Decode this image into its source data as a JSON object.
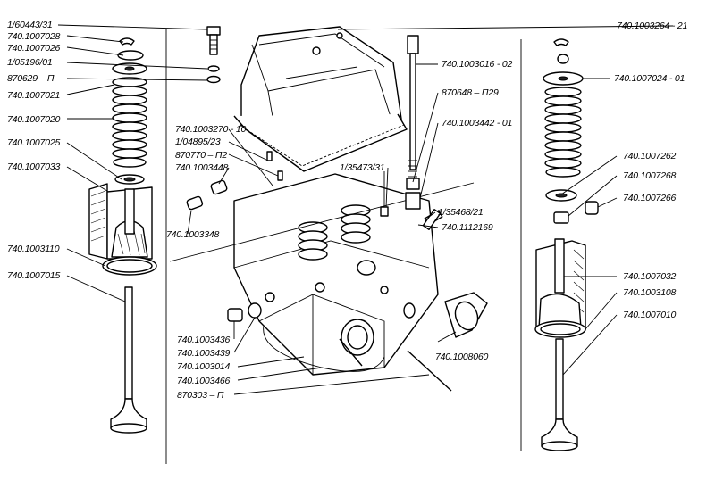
{
  "labels": {
    "l_160443_31": "1/60443/31",
    "l_1007028": "740.1007028",
    "l_1007026": "740.1007026",
    "l_105196_01": "1/05196/01",
    "l_870629": "870629 – П",
    "l_1007021": "740.1007021",
    "l_1007020": "740.1007020",
    "l_1007025": "740.1007025",
    "l_1007033": "740.1007033",
    "l_1003110": "740.1003110",
    "l_1007015": "740.1007015",
    "l_1003270_10": "740.1003270 - 10",
    "l_104895_23": "1/04895/23",
    "l_870770": "870770 – П2",
    "l_1003448": "740.1003448",
    "l_1003348": "740.1003348",
    "l_1003264_21": "740.1003264 - 21",
    "l_1003016_02": "740.1003016 - 02",
    "l_870648": "870648 – П29",
    "l_1003442_01": "740.1003442 - 01",
    "l_135473_31": "1/35473/31",
    "l_135468_21": "1/35468/21",
    "l_1112169": "740.1112169",
    "l_1007024_01": "740.1007024 - 01",
    "l_1007262": "740.1007262",
    "l_1007268": "740.1007268",
    "l_1007266": "740.1007266",
    "l_1007032": "740.1007032",
    "l_1003108": "740.1003108",
    "l_1007010": "740.1007010",
    "l_1003436": "740.1003436",
    "l_1003439": "740.1003439",
    "l_1003014": "740.1003014",
    "l_1003466": "740.1003466",
    "l_870303": "870303 – П",
    "l_1008060": "740.1008060"
  }
}
